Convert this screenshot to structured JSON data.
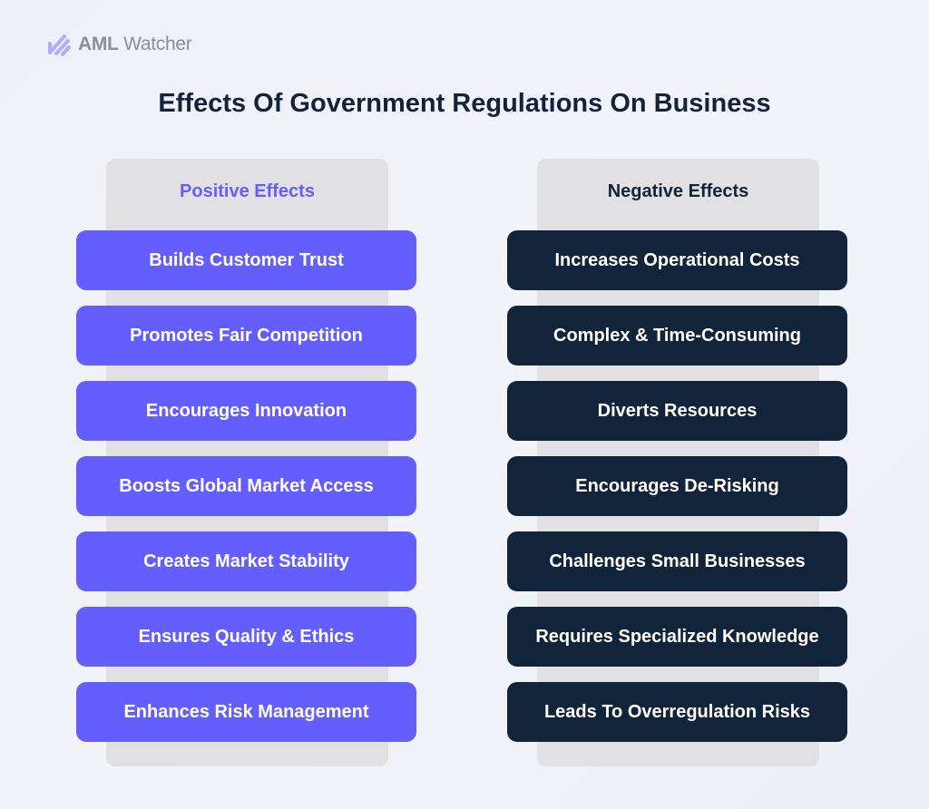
{
  "brand": {
    "name_bold": "AML",
    "name_rest": " Watcher",
    "accent": "#b3acfb"
  },
  "title": "Effects Of Government Regulations On Business",
  "positive": {
    "heading": "Positive Effects",
    "color": "#655efe",
    "items": [
      "Builds Customer Trust",
      "Promotes Fair Competition",
      "Encourages Innovation",
      "Boosts Global Market Access",
      "Creates Market Stability",
      "Ensures Quality & Ethics",
      "Enhances Risk Management"
    ]
  },
  "negative": {
    "heading": "Negative Effects",
    "color": "#11243a",
    "items": [
      "Increases Operational Costs",
      "Complex & Time-Consuming",
      "Diverts Resources",
      "Encourages De-Risking",
      "Challenges Small Businesses",
      "Requires Specialized Knowledge",
      "Leads To Overregulation Risks"
    ]
  }
}
